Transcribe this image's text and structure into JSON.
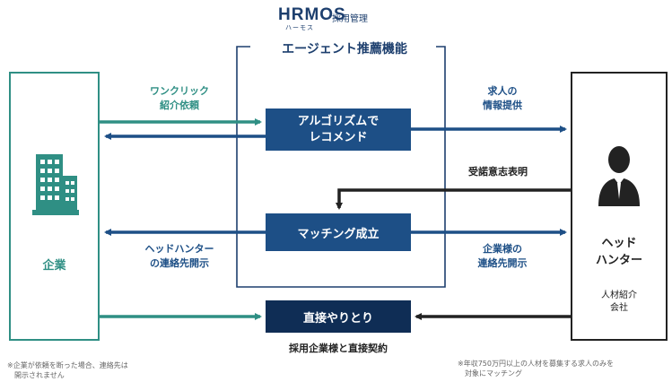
{
  "logo": {
    "brand": "HRMOS",
    "product": "採用管理",
    "kana": "ハーモス"
  },
  "frame": {
    "title": "エージェント推薦機能"
  },
  "nodes": {
    "company": "企業",
    "hunter": "ヘッド\nハンター",
    "hunter_sub": "人材紹介\n会社",
    "algorithm": "アルゴリズムで\nレコメンド",
    "matching": "マッチング成立",
    "direct": "直接やりとり"
  },
  "labels": {
    "one_click": "ワンクリック\n紹介依頼",
    "job_info": "求人の\n情報提供",
    "accept": "受諾意志表明",
    "hunter_contact": "ヘッドハンター\nの連絡先開示",
    "company_contact": "企業様の\n連絡先開示",
    "direct_contract": "採用企業様と直接契約"
  },
  "notes": {
    "left": "※企業が依頼を断った場合、連絡先は\n　開示されません",
    "right": "※年収750万円以上の人材を募集する求人のみを\n　対象にマッチング"
  },
  "colors": {
    "teal": "#2f8f84",
    "navy": "#1d4f86",
    "dark": "#0f2d55",
    "black": "#222222"
  }
}
